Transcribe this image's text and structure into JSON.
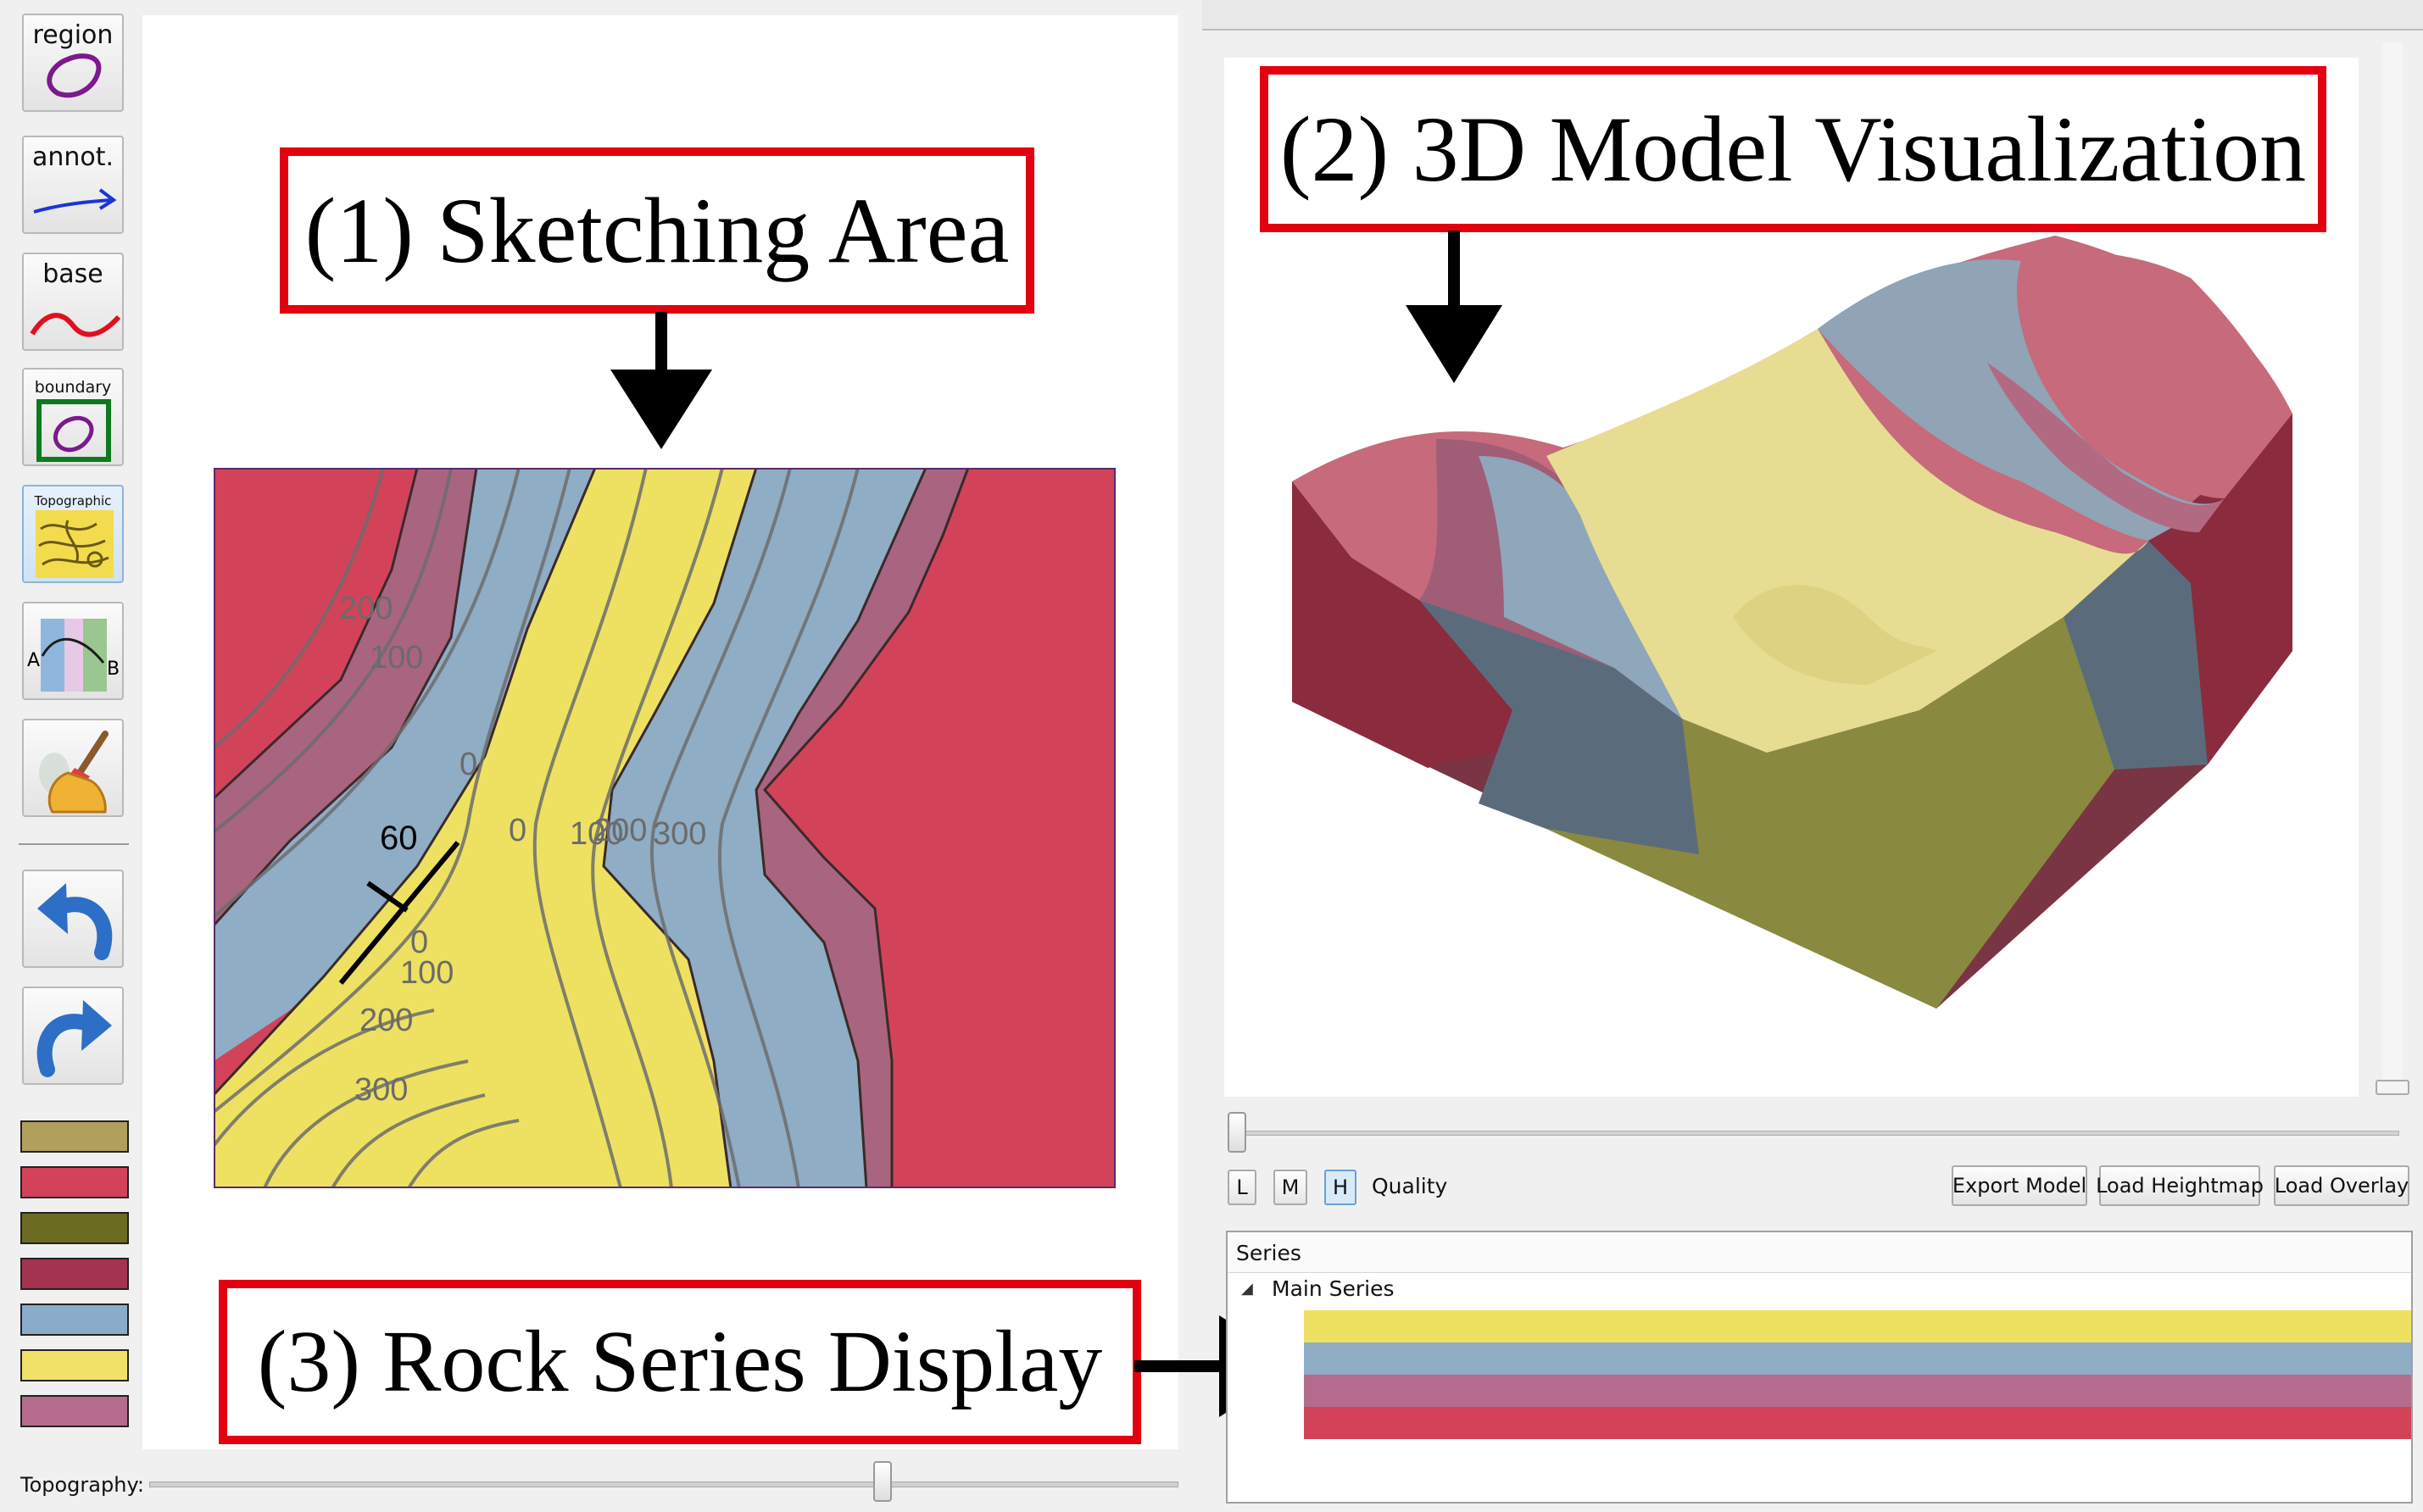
{
  "toolbar": {
    "region_label": "region",
    "annot_label": "annot.",
    "base_label": "base",
    "boundary_label": "boundary",
    "topographic_label": "Topographic",
    "section_a": "A",
    "section_b": "B"
  },
  "rock_swatches": [
    "#b19f5c",
    "#d2435a",
    "#6b6b21",
    "#a3334f",
    "#8aaccb",
    "#f1e168",
    "#b46b8c"
  ],
  "colors": {
    "red": "#d2435a",
    "mauve": "#a9647f",
    "blue": "#8fadc5",
    "yellow": "#eee161",
    "callout_border": "#e3000f"
  },
  "sketch": {
    "contour_labels": [
      "200",
      "100",
      "0",
      "0",
      "100",
      "200",
      "300",
      "0",
      "100",
      "200",
      "300"
    ],
    "dip_value": "60"
  },
  "callouts": {
    "sketch": "(1) Sketching Area",
    "model": "(2) 3D Model Visualization",
    "series": "(3) Rock Series Display"
  },
  "bottom": {
    "topography_label": "Topography:"
  },
  "quality": {
    "low": "L",
    "medium": "M",
    "high": "H",
    "label": "Quality",
    "selected": "H"
  },
  "actions": {
    "export": "Export Model",
    "heightmap": "Load Heightmap",
    "overlay": "Load Overlay"
  },
  "series_panel": {
    "header": "Series",
    "group": "Main Series",
    "layers": [
      "#eee161",
      "#8fadc5",
      "#b46b8c",
      "#d2435a"
    ]
  }
}
